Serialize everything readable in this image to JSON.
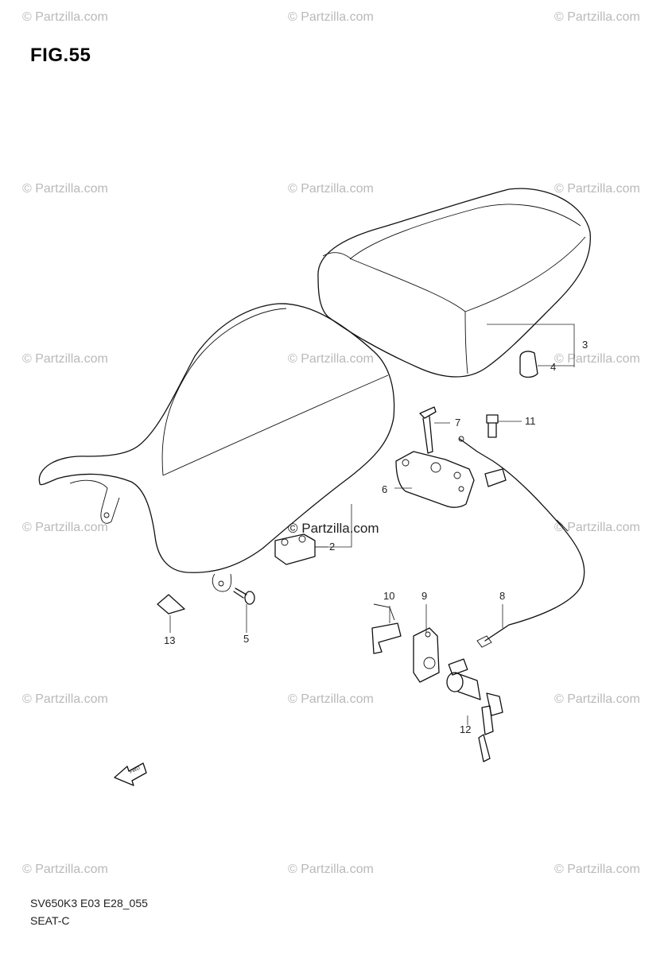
{
  "figure": {
    "title": "FIG.55",
    "code": "SV650K3 E03 E28_055",
    "name": "SEAT-C"
  },
  "watermark": {
    "text": "© Partzilla.com",
    "center_text": "© Partzilla.com"
  },
  "callouts": [
    "2",
    "3",
    "4",
    "5",
    "6",
    "7",
    "8",
    "9",
    "10",
    "11",
    "12",
    "13"
  ],
  "fwd_label": "FWD",
  "colors": {
    "line": "#111111",
    "watermark": "#b9b9b9",
    "background": "#ffffff"
  }
}
